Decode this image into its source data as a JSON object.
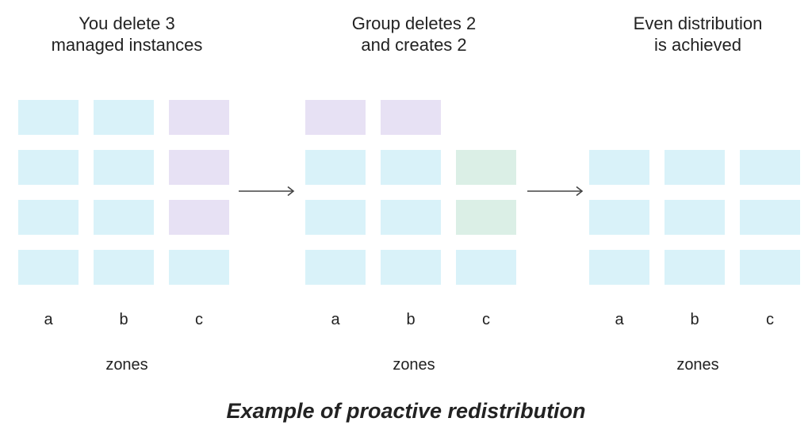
{
  "colors": {
    "instance": "#d9f2f9",
    "deleted": "#e7e1f4",
    "created": "#dbefe6",
    "text": "#222222",
    "arrow": "#444444"
  },
  "panels": [
    {
      "title_lines": [
        "You delete 3",
        "managed instances"
      ],
      "zones": [
        "a",
        "b",
        "c"
      ],
      "zones_label": "zones",
      "columns": [
        [
          "instance",
          "instance",
          "instance",
          "instance"
        ],
        [
          "instance",
          "instance",
          "instance",
          "instance"
        ],
        [
          "deleted",
          "deleted",
          "deleted",
          "instance"
        ]
      ]
    },
    {
      "title_lines": [
        "Group deletes 2",
        "and creates 2"
      ],
      "zones": [
        "a",
        "b",
        "c"
      ],
      "zones_label": "zones",
      "columns": [
        [
          "deleted",
          "instance",
          "instance",
          "instance"
        ],
        [
          "deleted",
          "instance",
          "instance",
          "instance"
        ],
        [
          "created",
          "created",
          "instance"
        ]
      ]
    },
    {
      "title_lines": [
        "Even distribution",
        "is achieved"
      ],
      "zones": [
        "a",
        "b",
        "c"
      ],
      "zones_label": "zones",
      "columns": [
        [
          "instance",
          "instance",
          "instance"
        ],
        [
          "instance",
          "instance",
          "instance"
        ],
        [
          "instance",
          "instance",
          "instance"
        ]
      ]
    }
  ],
  "caption": "Example of proactive redistribution"
}
